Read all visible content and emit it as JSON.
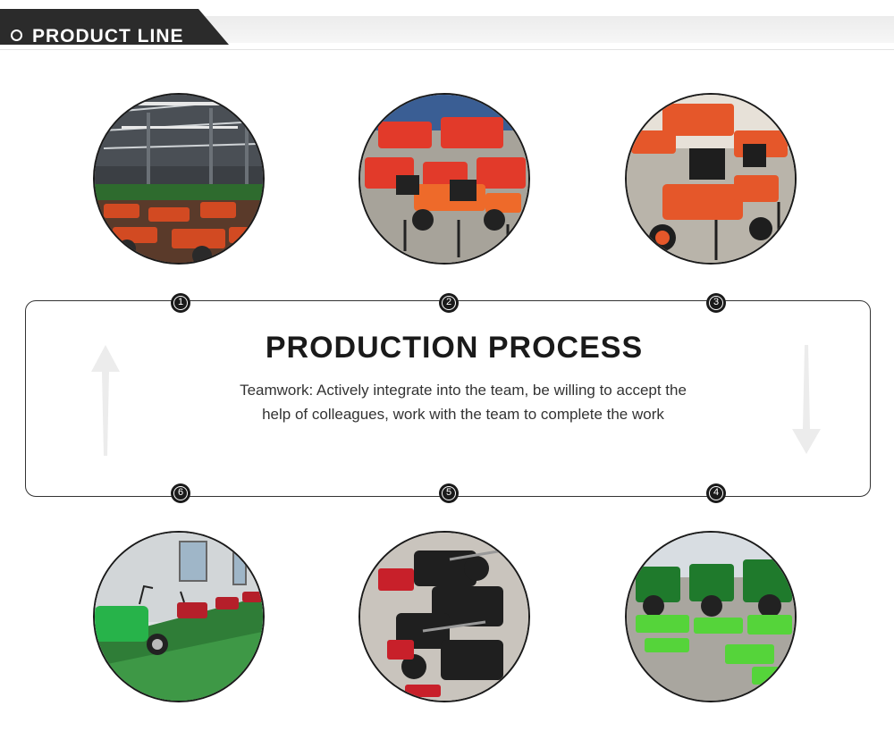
{
  "header": {
    "title": "PRODUCT LINE"
  },
  "process": {
    "title": "PRODUCTION PROCESS",
    "description": "Teamwork: Actively integrate into the team, be willing to accept the help of colleagues, work with the team to complete the work"
  },
  "steps": [
    {
      "number": "1",
      "photo": "factory-workshop-with-rows-of-machines"
    },
    {
      "number": "2",
      "photo": "red-power-tillers"
    },
    {
      "number": "3",
      "photo": "orange-rotary-cultivators"
    },
    {
      "number": "4",
      "photo": "green-tractor-implements"
    },
    {
      "number": "5",
      "photo": "stacked-red-black-tillers"
    },
    {
      "number": "6",
      "photo": "showroom-with-green-machine"
    }
  ],
  "colors": {
    "banner": "#2b2b2b",
    "badge": "#1a1a1a",
    "arrow": "#ececec"
  },
  "icons": {
    "up-arrow": "arrow-up-icon",
    "down-arrow": "arrow-down-icon"
  }
}
